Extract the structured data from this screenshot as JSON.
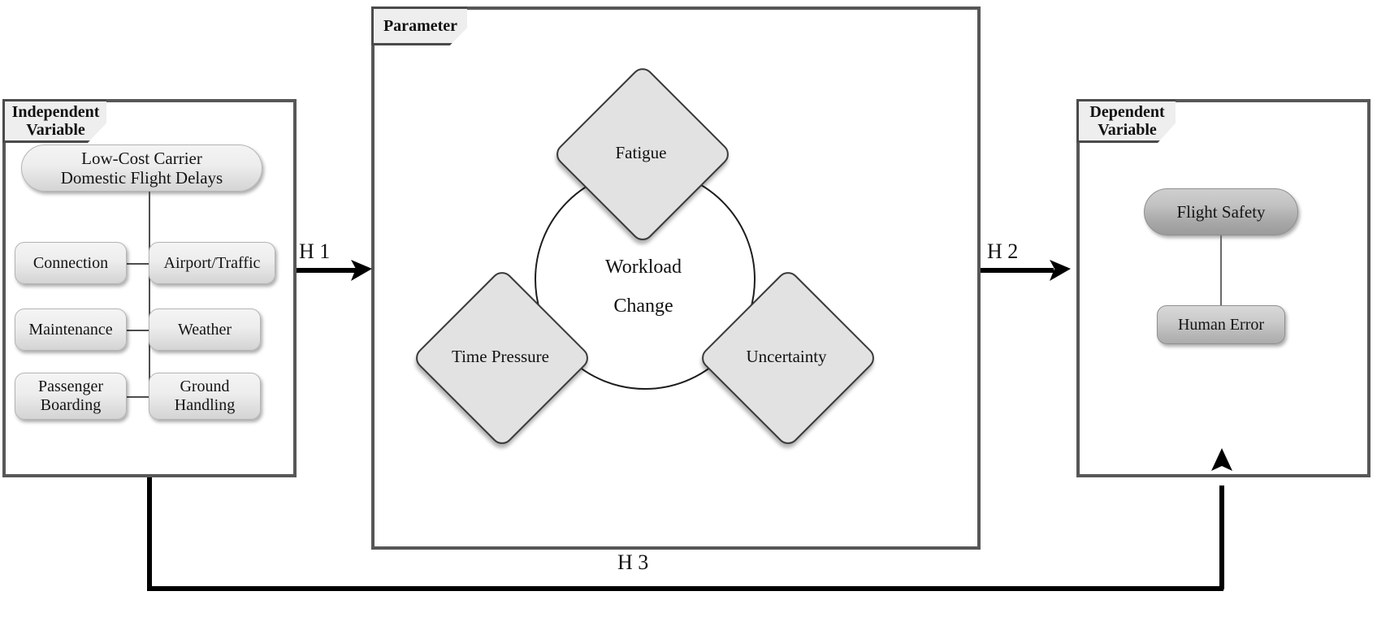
{
  "diagram": {
    "title_present": false,
    "panels": {
      "independent": {
        "tab_label_line1": "Independent",
        "tab_label_line2": "Variable",
        "head_node_line1": "Low-Cost Carrier",
        "head_node_line2": "Domestic Flight Delays",
        "factors": [
          {
            "label": "Connection"
          },
          {
            "label": "Airport/Traffic"
          },
          {
            "label": "Maintenance"
          },
          {
            "label": "Weather"
          },
          {
            "label_line1": "Passenger",
            "label_line2": "Boarding"
          },
          {
            "label_line1": "Ground",
            "label_line2": "Handling"
          }
        ]
      },
      "parameter": {
        "tab_label": "Parameter",
        "center_line1": "Workload",
        "center_line2": "Change",
        "diamonds": [
          {
            "label": "Fatigue"
          },
          {
            "label": "Time Pressure"
          },
          {
            "label": "Uncertainty"
          }
        ]
      },
      "dependent": {
        "tab_label_line1": "Dependent",
        "tab_label_line2": "Variable",
        "nodes": [
          {
            "label": "Flight Safety"
          },
          {
            "label": "Human Error"
          }
        ]
      }
    },
    "hypotheses": {
      "h1": "H 1",
      "h2": "H 2",
      "h3": "H 3"
    },
    "colors": {
      "panel_border": "#575757",
      "node_fill": "#e8e8e8",
      "node_dark_fill": "#b4b4b4",
      "diamond_fill": "#e2e2e2",
      "arrow": "#000000",
      "text": "#111111"
    }
  }
}
